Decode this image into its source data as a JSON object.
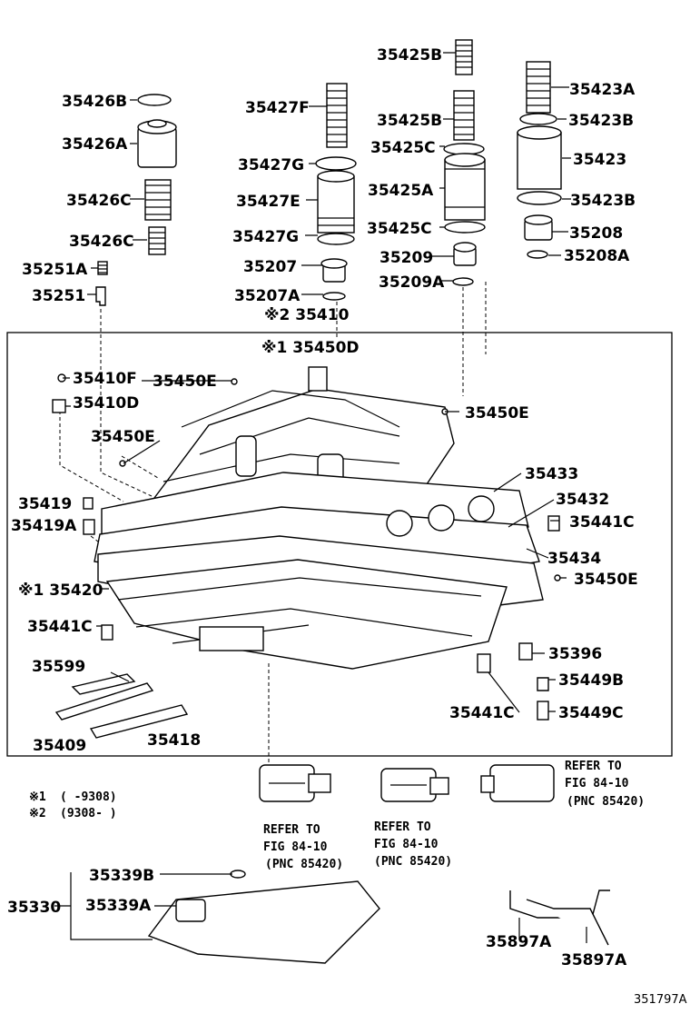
{
  "diagram_id": "351797A",
  "assembly_label": "※2 35410",
  "notes": [
    {
      "mark": "※1",
      "range": "(      -9308)"
    },
    {
      "mark": "※2",
      "range": "(9308-      )"
    }
  ],
  "refer_blocks": [
    [
      "REFER TO",
      "FIG 84-10",
      "(PNC 85420)"
    ],
    [
      "REFER TO",
      "FIG 84-10",
      "(PNC 85420)"
    ],
    [
      "REFER TO",
      "FIG 84-10",
      "(PNC 85420)"
    ]
  ],
  "labels": [
    "35425B",
    "35423A",
    "35426B",
    "35427F",
    "35425B",
    "35423B",
    "35426A",
    "35425C",
    "35423",
    "35427G",
    "35425A",
    "35426C",
    "35427E",
    "35423B",
    "35425C",
    "35208",
    "35426C",
    "35427G",
    "35209",
    "35208A",
    "35251A",
    "35207",
    "35251",
    "35207A",
    "35209A",
    "※1 35450D",
    "35410F",
    "35450E",
    "35410D",
    "35450E",
    "35450E",
    "35433",
    "35432",
    "35419",
    "35441C",
    "35419A",
    "35434",
    "35450E",
    "※1 35420",
    "35441C",
    "35396",
    "35599",
    "35449B",
    "35441C",
    "35449C",
    "35409",
    "35418",
    "35339B",
    "35330",
    "35339A",
    "35897A",
    "35897A"
  ]
}
